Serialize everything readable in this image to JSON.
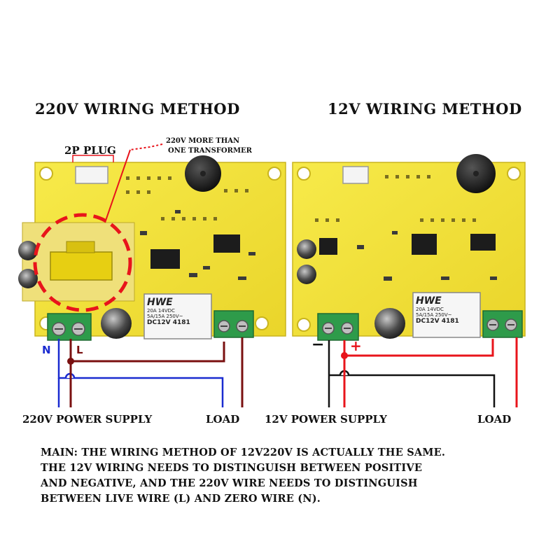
{
  "left": {
    "title": "220V WIRING METHOD",
    "plug_label": "2P PLUG",
    "transformer_note": [
      "220V MORE THAN",
      "ONE TRANSFORMER"
    ],
    "n_label": "N",
    "l_label": "L",
    "supply_label": "220V POWER SUPPLY",
    "load_label": "LOAD"
  },
  "right": {
    "title": "12V WIRING METHOD",
    "minus_label": "−",
    "plus_label": "+",
    "supply_label": "12V POWER SUPPLY",
    "load_label": "LOAD"
  },
  "relay": {
    "brand": "HWE",
    "rating1": "20A 14VDC",
    "rating2": "5A/15A 250V~",
    "model": "DC12V 4181"
  },
  "note_lines": [
    "MAIN: THE WIRING METHOD OF 12V220V IS ACTUALLY THE SAME.",
    "THE 12V WIRING NEEDS TO DISTINGUISH BETWEEN POSITIVE",
    "AND NEGATIVE, AND THE 220V WIRE NEEDS TO DISTINGUISH",
    "BETWEEN LIVE WIRE (L) AND ZERO WIRE (N)."
  ],
  "colors": {
    "board": "#f2e233",
    "terminal": "#2e9b4a",
    "live_wire": "#7a1010",
    "neutral_wire": "#1a2bd0",
    "positive_wire": "#e8141b",
    "negative_wire": "#111111",
    "highlight": "#e8141b"
  }
}
